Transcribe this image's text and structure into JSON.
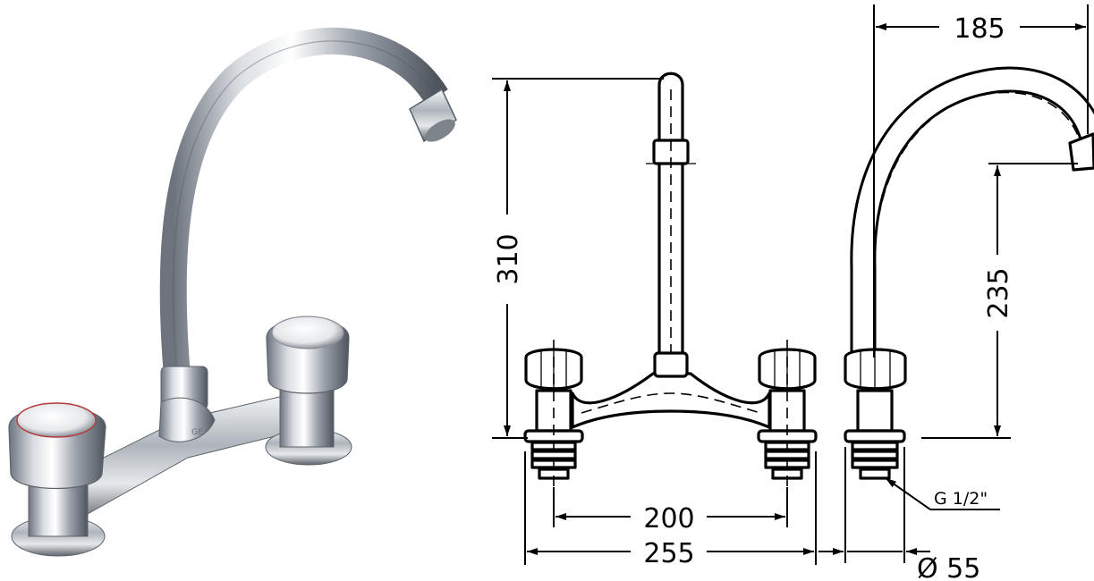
{
  "dimensions": {
    "spout_width": "185",
    "total_height": "310",
    "spout_height": "235",
    "tap_spacing": "200",
    "overall_width": "255",
    "thread": "G 1/2\"",
    "base_diameter": "Ø 55"
  },
  "colors": {
    "chrome_dark": "#5f6670",
    "chrome_light": "#ffffff",
    "chrome_mid": "#b9bec6",
    "line": "#000000"
  },
  "icons": {
    "product_photo": "faucet-photo",
    "front_drawing": "faucet-front-view",
    "side_drawing": "faucet-side-view"
  }
}
